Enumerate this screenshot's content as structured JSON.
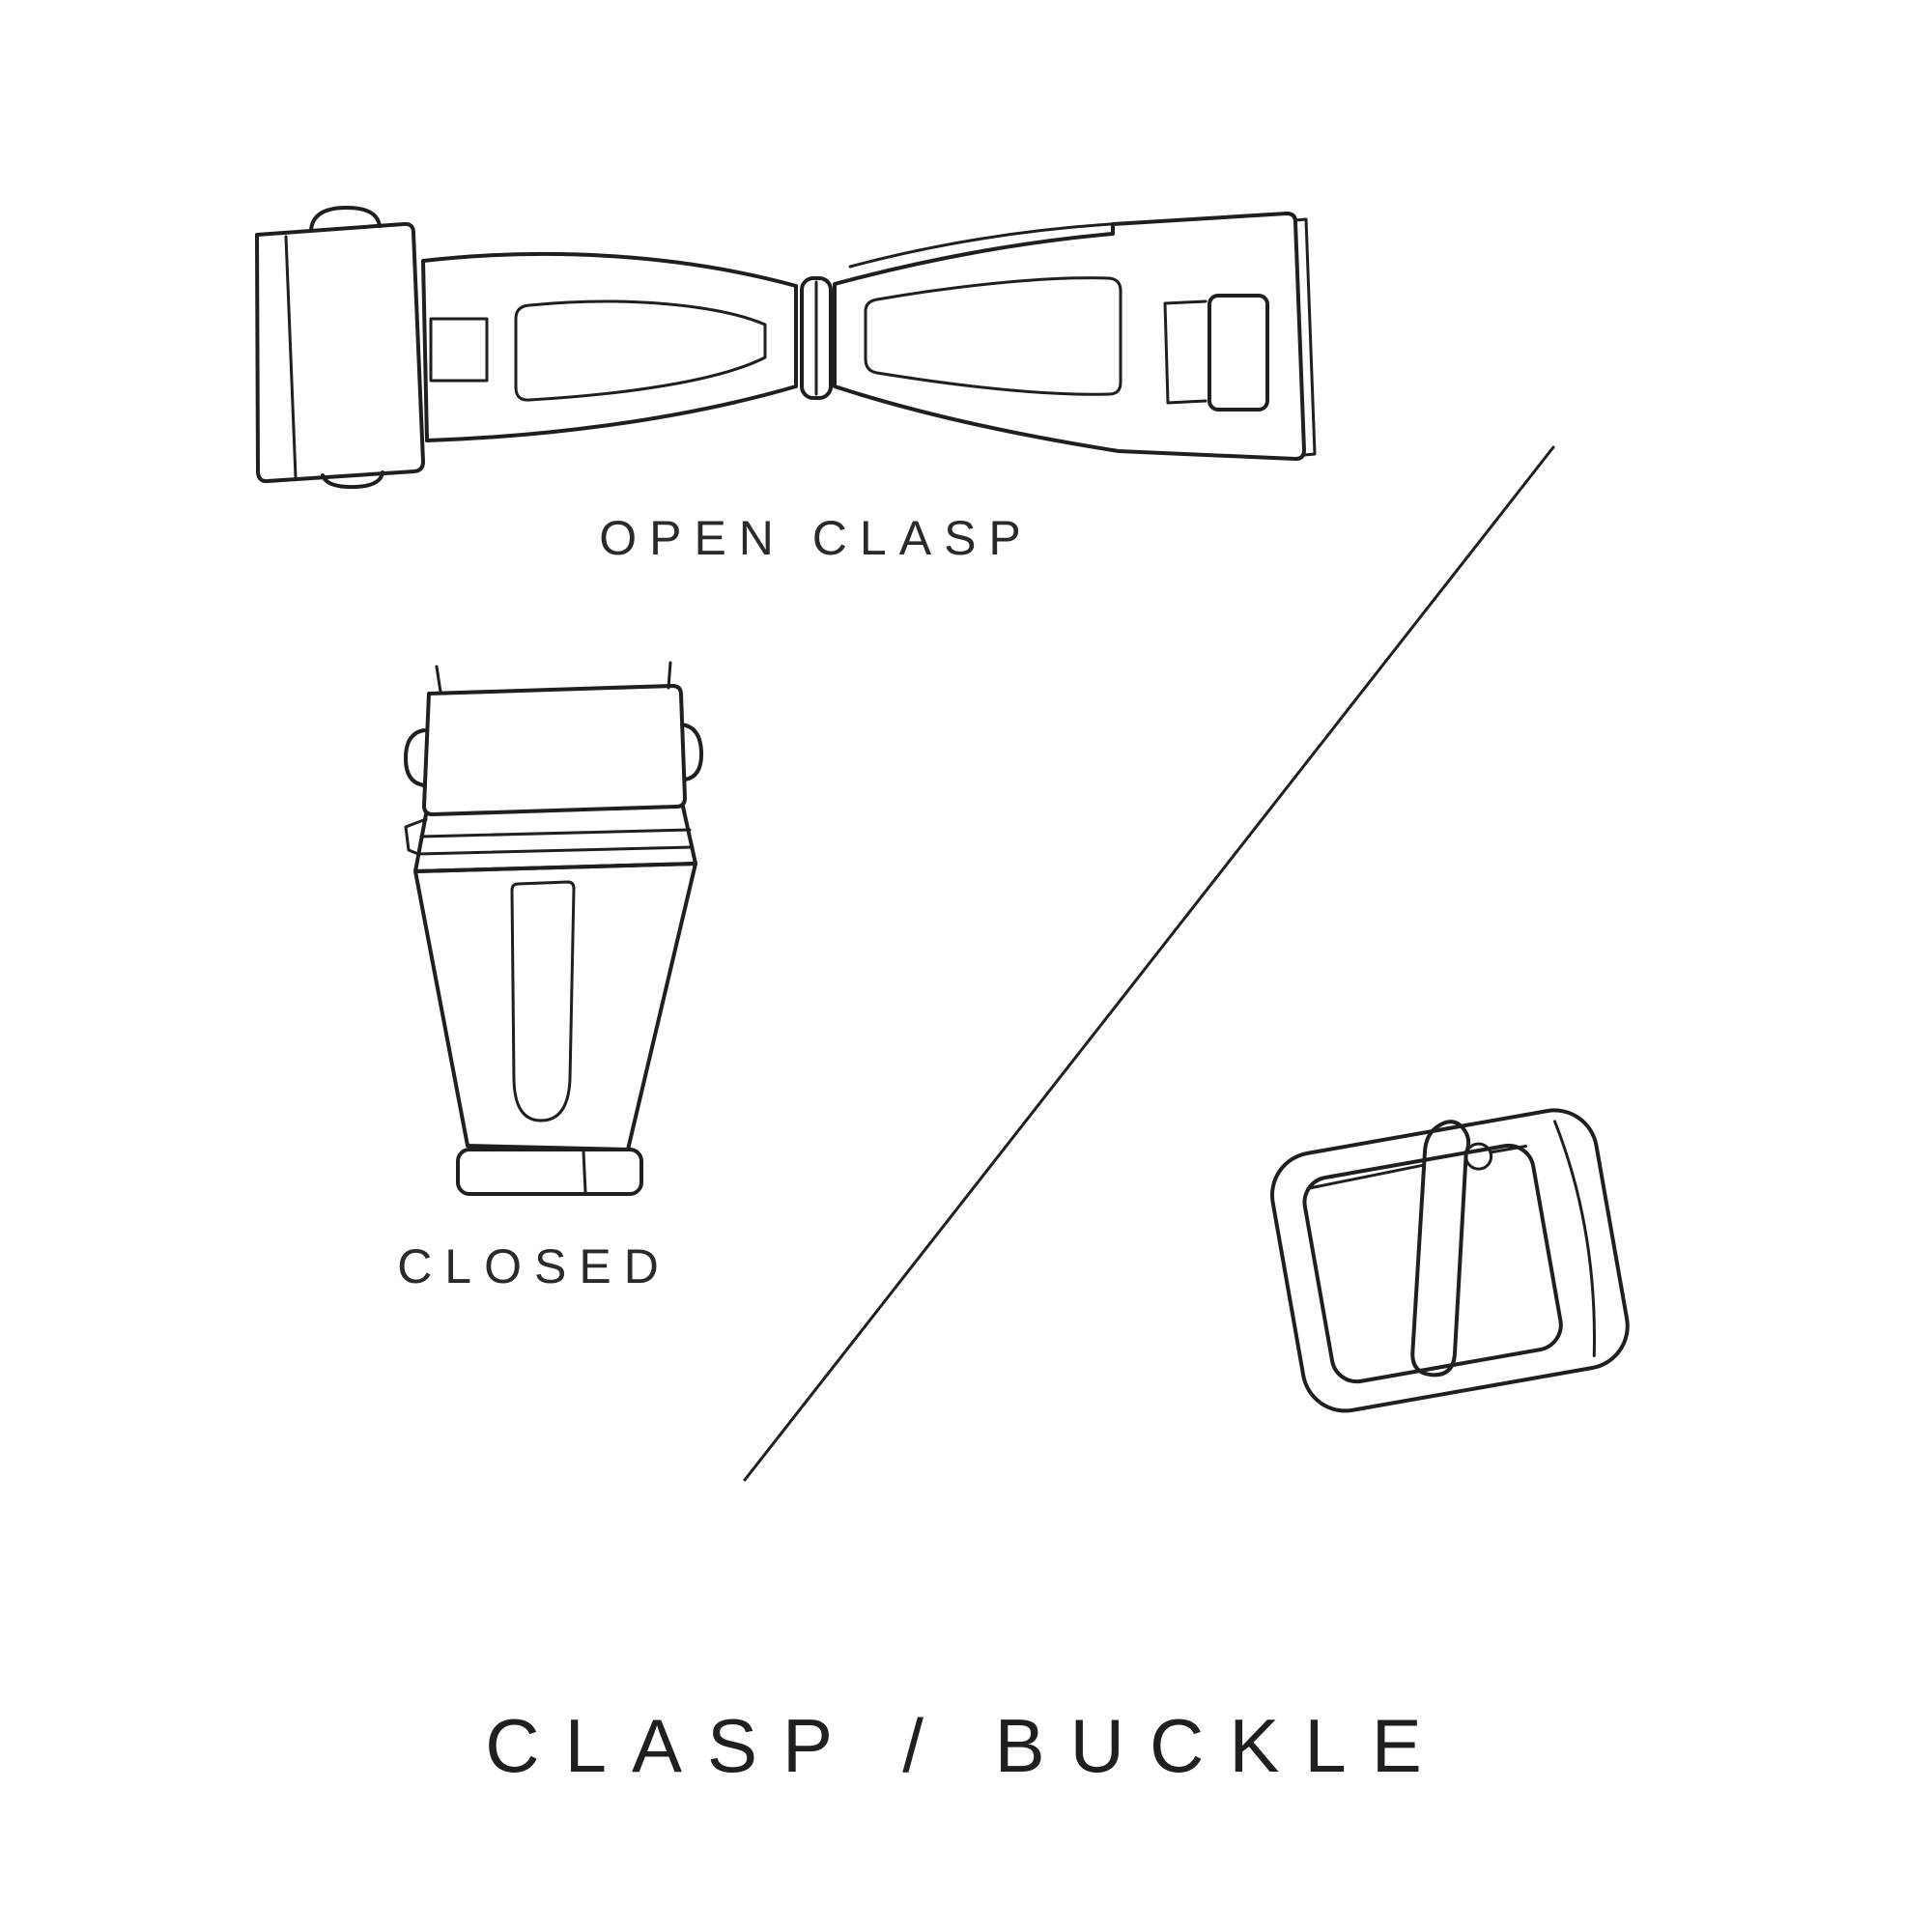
{
  "meta": {
    "background": "#ffffff",
    "ink": "#1f1f1f"
  },
  "labels": {
    "open_clasp": "OPEN CLASP",
    "closed": "CLOSED",
    "title": "CLASP / BUCKLE"
  },
  "illustrations": {
    "open_clasp": "watch deployant clasp shown fully opened (butterfly view)",
    "closed_clasp": "watch deployant clasp shown closed (top view)",
    "pin_buckle": "watch strap pin buckle with tongue"
  }
}
